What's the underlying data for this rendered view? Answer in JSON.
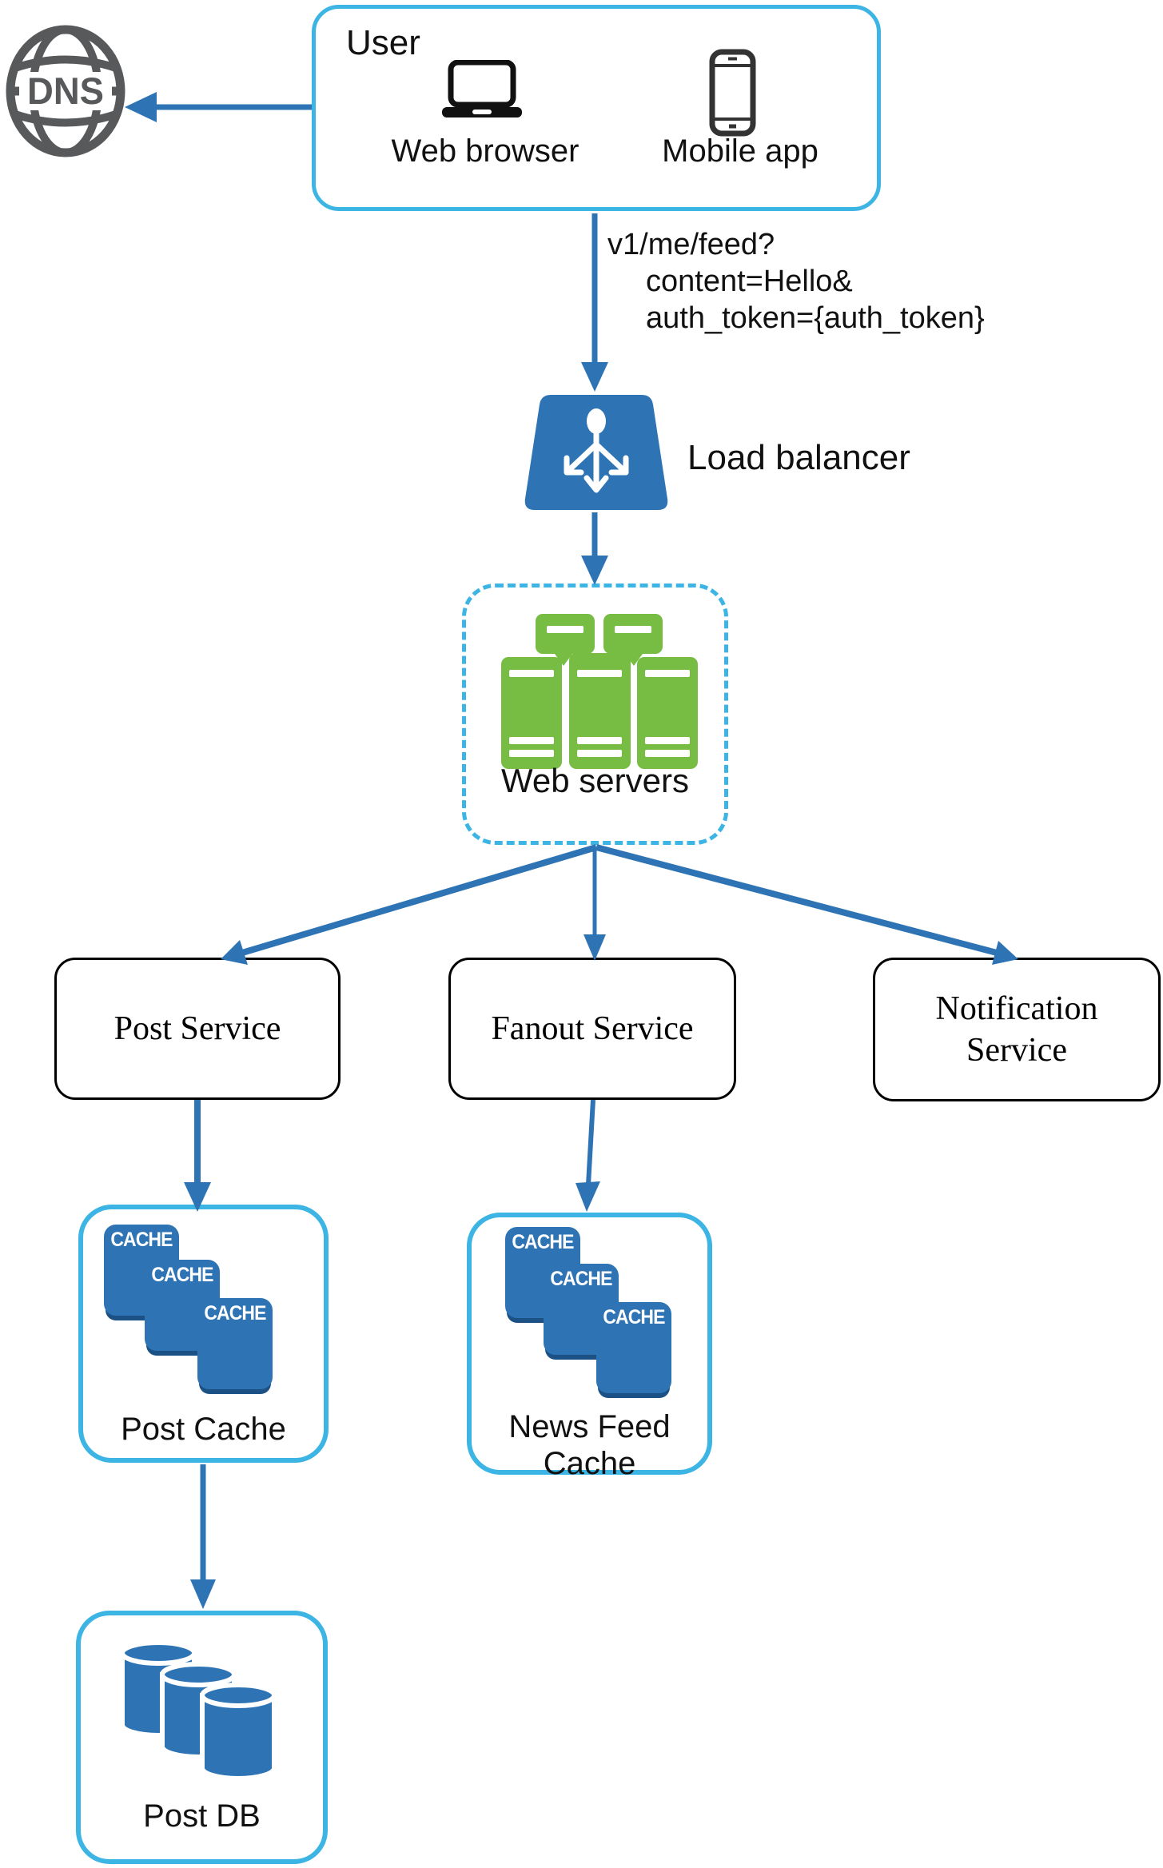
{
  "dns_label": "DNS",
  "user": {
    "title": "User",
    "web_browser": "Web browser",
    "mobile_app": "Mobile app"
  },
  "request": {
    "line1": "v1/me/feed?",
    "line2": "content=Hello&",
    "line3": "auth_token={auth_token}"
  },
  "load_balancer_label": "Load balancer",
  "web_servers_label": "Web servers",
  "services": [
    {
      "label": "Post Service"
    },
    {
      "label": "Fanout Service"
    },
    {
      "label": "Notification Service"
    }
  ],
  "cache_badge": "CACHE",
  "post_cache": {
    "label": "Post Cache"
  },
  "news_feed_cache": {
    "line1": "News Feed",
    "line2": "Cache"
  },
  "post_db": {
    "label": "Post DB"
  },
  "colors": {
    "accent_cyan": "#3CB4E4",
    "arrow_blue": "#2E74B5",
    "server_green": "#77BD43",
    "dns_gray": "#58595B",
    "cache_shadow": "#1C5185"
  }
}
